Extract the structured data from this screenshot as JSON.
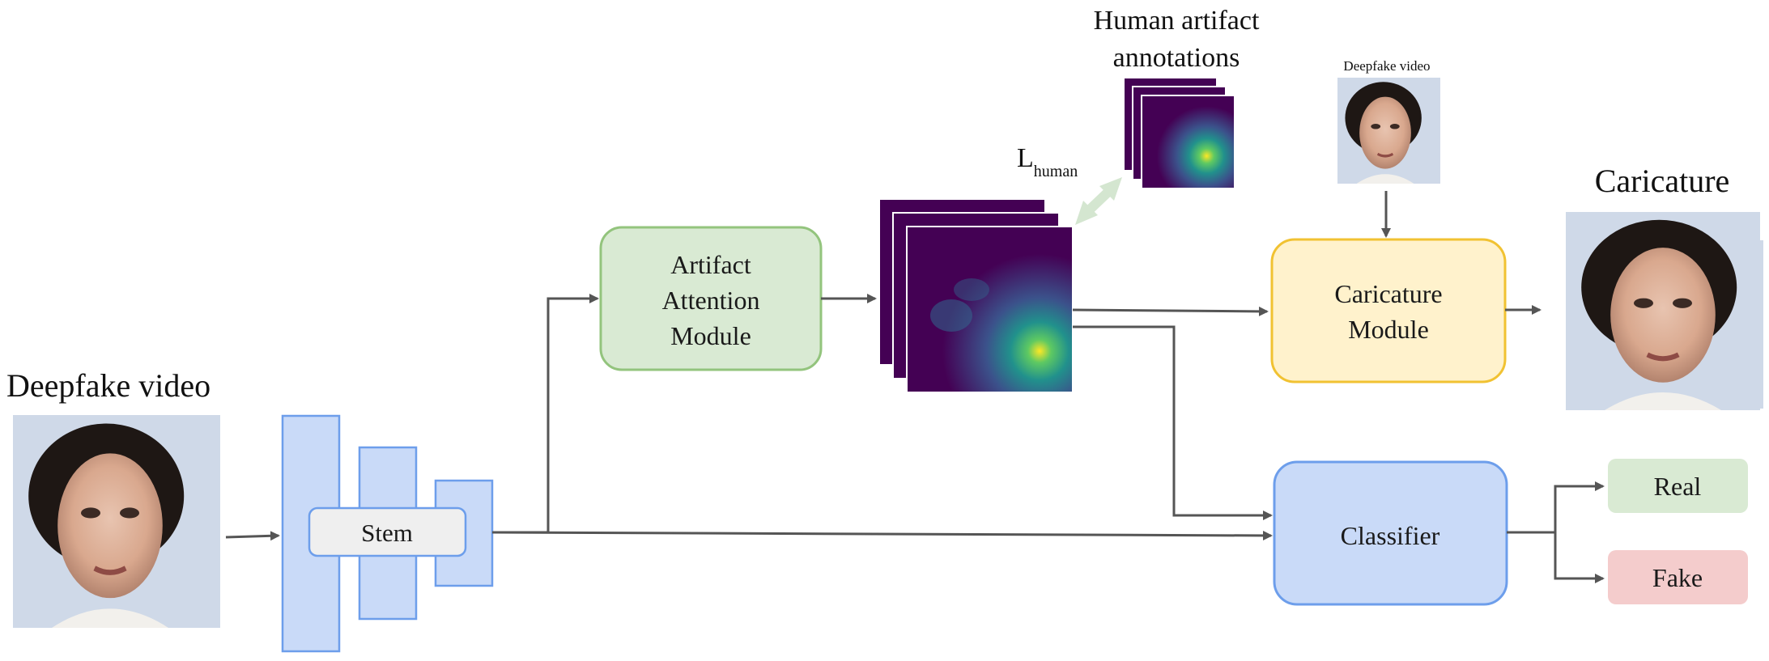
{
  "labels": {
    "input_video": "Deepfake video",
    "human_annotations_line1": "Human artifact",
    "human_annotations_line2": "annotations",
    "loss_main": "L",
    "loss_sub": "human",
    "small_video": "Deepfake video",
    "caricature_title": "Caricature"
  },
  "modules": {
    "stem": "Stem",
    "attention_line1": "Artifact",
    "attention_line2": "Attention",
    "attention_line3": "Module",
    "caricature_line1": "Caricature",
    "caricature_line2": "Module",
    "classifier": "Classifier",
    "real": "Real",
    "fake": "Fake"
  },
  "colors": {
    "backbone_fill": "#c9daf8",
    "backbone_stroke": "#6d9eeb",
    "attention_fill": "#d9ead3",
    "attention_stroke": "#93c47d",
    "caricature_fill": "#fff2cc",
    "caricature_stroke": "#f1c232",
    "classifier_fill": "#c9daf8",
    "classifier_stroke": "#6d9eeb",
    "real_fill": "#d9ead3",
    "fake_fill": "#f4cccc",
    "stem_fill": "#efefef",
    "arrow": "#555555",
    "heatmap_bg": "#440154"
  }
}
